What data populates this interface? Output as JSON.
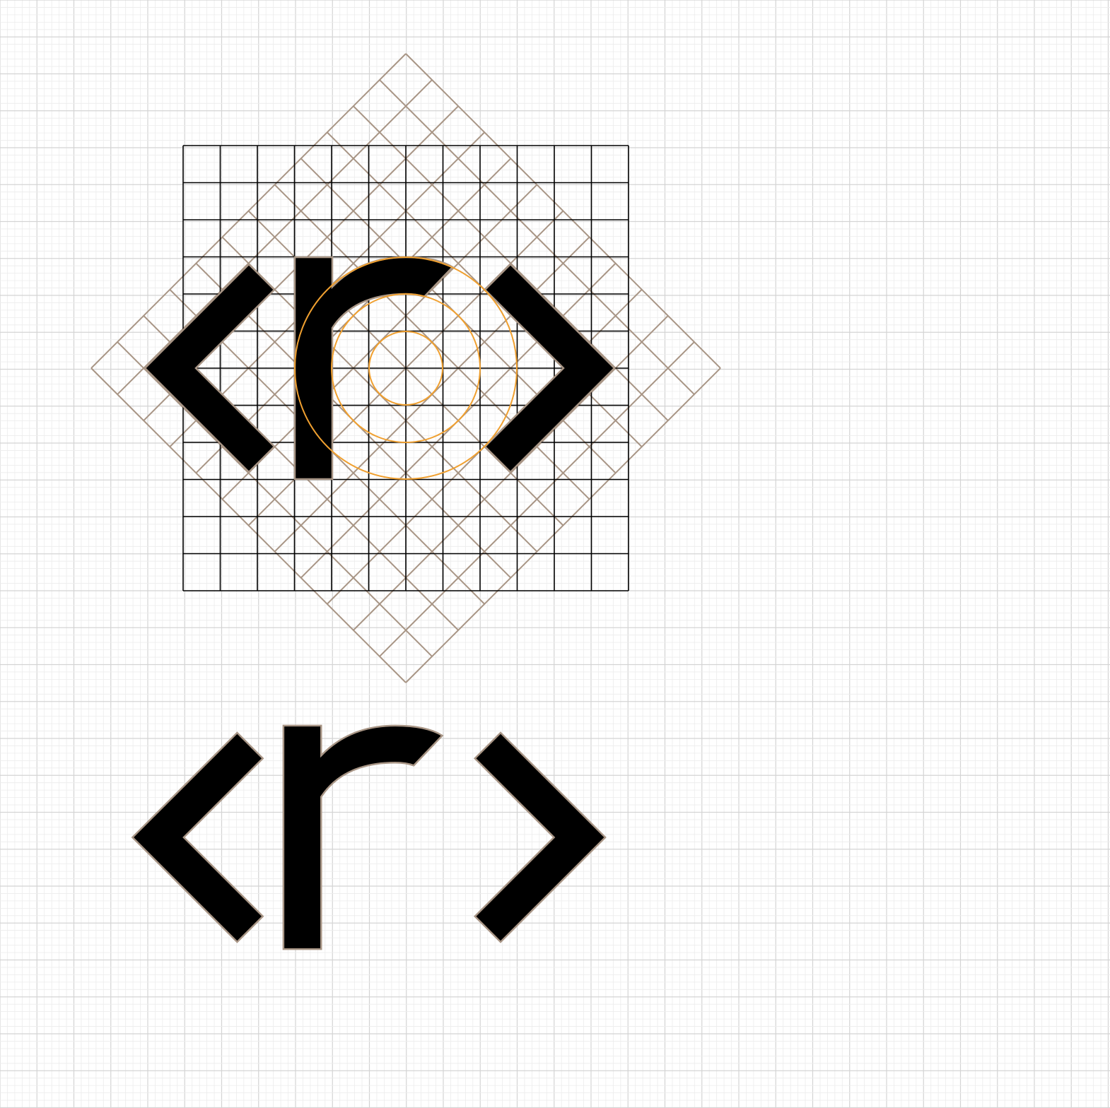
{
  "artboard": {
    "background": "#ffffff",
    "minor_grid_color": "#ececec",
    "major_grid_color": "#d4d4d4"
  },
  "construction": {
    "square_grid_color": "#000000",
    "square_grid_divisions": 12,
    "diamond_grid_color": "#a89585",
    "diamond_grid_divisions": 12,
    "circle_color": "#f0a030",
    "circle_count": 3
  },
  "logo": {
    "name": "<r> logo mark",
    "parts": [
      "left-chevron",
      "letter-r",
      "right-chevron"
    ],
    "fill": "#000000",
    "outline": "#a89585"
  }
}
